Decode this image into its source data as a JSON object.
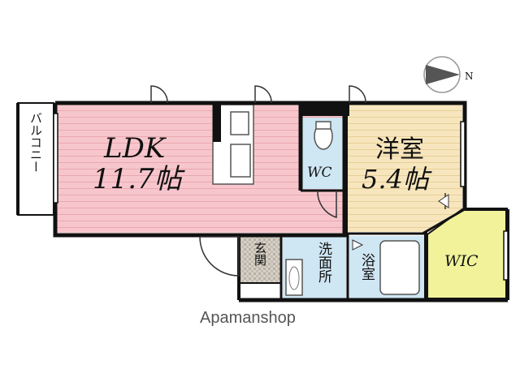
{
  "floorplan": {
    "rooms": [
      {
        "key": "ldk",
        "name": "LDK",
        "size": "11.7帖",
        "color": "#f7c6cc"
      },
      {
        "key": "yoshitsu",
        "name": "洋室",
        "size": "5.4帖",
        "color": "#f7e6bd"
      },
      {
        "key": "wic",
        "name": "WIC",
        "color": "#f1f29a"
      },
      {
        "key": "wc",
        "name": "WC",
        "color": "#cfe6f3"
      },
      {
        "key": "senmenjo",
        "name": "洗面所",
        "color": "#cfe6f3"
      },
      {
        "key": "yokushitsu",
        "name": "浴室",
        "color": "#cfe6f3"
      },
      {
        "key": "genkan",
        "name": "玄関"
      },
      {
        "key": "balcony",
        "name": "バルコニー"
      }
    ],
    "compass": {
      "label": "N",
      "icon": "compass-arrow-icon"
    },
    "watermark": "Apamanshop"
  }
}
